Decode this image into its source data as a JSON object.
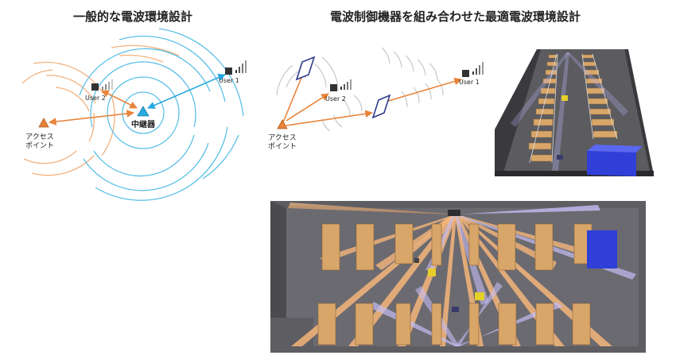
{
  "titles": {
    "left": "一般的な電波環境設計",
    "right": "電波制御機器を組み合わせた最適電波環境設計"
  },
  "left_diagram": {
    "access_point_label_line1": "アクセス",
    "access_point_label_line2": "ポイント",
    "repeater_label": "中継器",
    "user1_label": "User 1",
    "user2_label": "User 2"
  },
  "right_diagram": {
    "access_point_label_line1": "アクセス",
    "access_point_label_line2": "ポイント",
    "user1_label": "User 1",
    "user2_label": "User 2"
  },
  "colors": {
    "access_point": "#e8833a",
    "repeater": "#29a9e1",
    "orange_wave": "#f2b27e",
    "blue_wave": "#5bc0e8",
    "reflector": "#2e3a8c",
    "floor": "#4a4a4e",
    "shelf": "#d9a66a"
  }
}
